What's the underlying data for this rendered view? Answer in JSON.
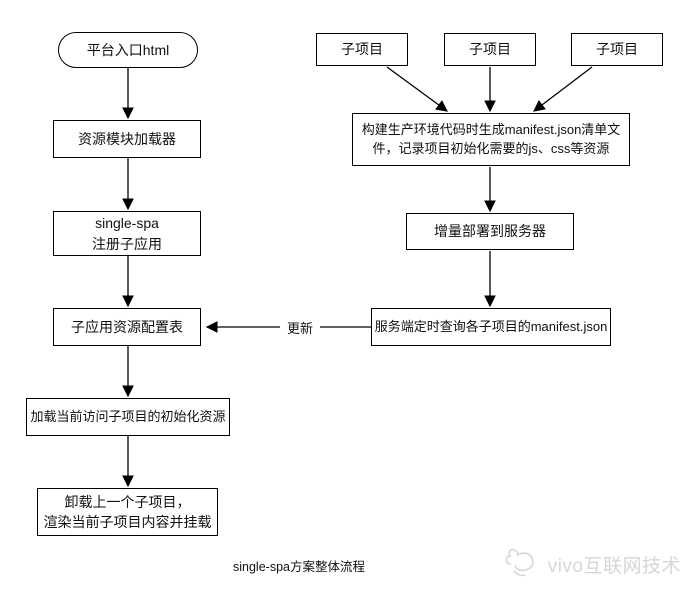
{
  "diagram": {
    "caption": "single-spa方案整体流程",
    "nodes": {
      "entry": "平台入口html",
      "loader": "资源模块加载器",
      "register_line1": "single-spa",
      "register_line2": "注册子应用",
      "config_table": "子应用资源配置表",
      "load_resources": "加载当前访问子项目的初始化资源",
      "unload_line1": "卸载上一个子项目，",
      "unload_line2": "渲染当前子项目内容并挂载",
      "sub_projects": [
        "子项目",
        "子项目",
        "子项目"
      ],
      "build_manifest": "构建生产环境代码时生成manifest.json清单文件，记录项目初始化需要的js、css等资源",
      "deploy": "增量部署到服务器",
      "poll_manifest": "服务端定时查询各子项目的manifest.json"
    },
    "edge_labels": {
      "update": "更新"
    }
  },
  "watermark": {
    "text": "vivo互联网技术"
  },
  "colors": {
    "border": "#000000",
    "text": "#111111",
    "background": "#ffffff",
    "watermark": "#d6d6d6"
  }
}
